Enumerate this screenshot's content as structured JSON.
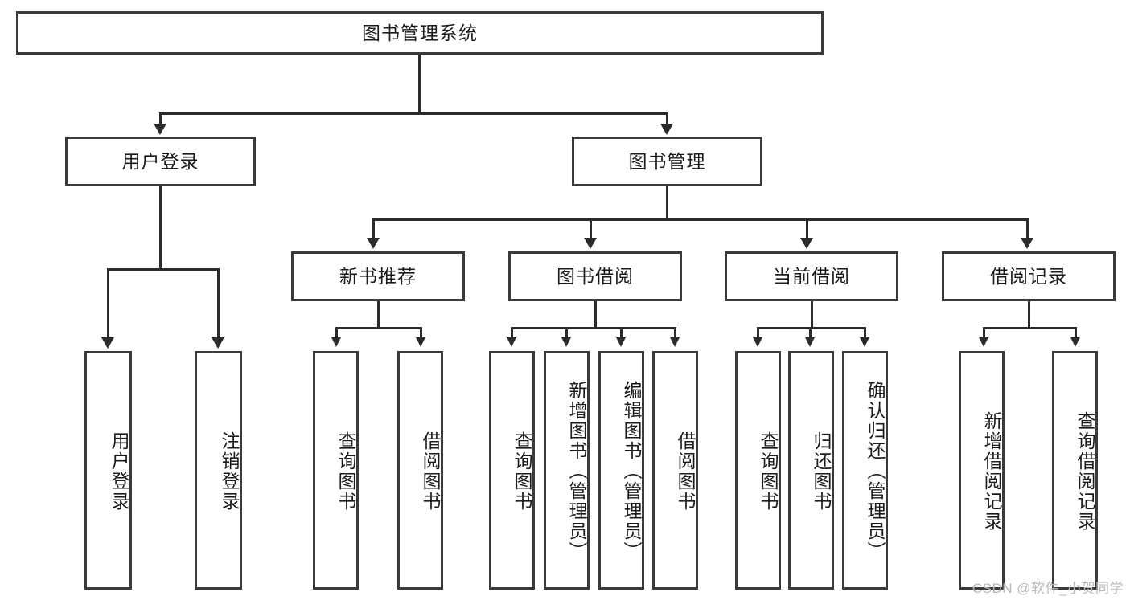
{
  "diagram": {
    "title": "图书管理系统",
    "type": "tree",
    "watermark": "CSDN @软件_小贺同学",
    "colors": {
      "box_border": "#3a3a3a",
      "connector": "#2b2b2b",
      "background": "#ffffff",
      "text": "#1c1c1c",
      "watermark": "#b9b9b9"
    },
    "root": {
      "label": "图书管理系统"
    },
    "level2": [
      {
        "label": "用户登录"
      },
      {
        "label": "图书管理"
      }
    ],
    "level3": [
      {
        "label": "新书推荐"
      },
      {
        "label": "图书借阅"
      },
      {
        "label": "当前借阅"
      },
      {
        "label": "借阅记录"
      }
    ],
    "leaves": {
      "user_login": [
        {
          "label": "用户登录"
        },
        {
          "label": "注销登录"
        }
      ],
      "new_book": [
        {
          "label": "查询图书"
        },
        {
          "label": "借阅图书"
        }
      ],
      "book_borrow": [
        {
          "label": "查询图书"
        },
        {
          "label": "新增图书（管理员）"
        },
        {
          "label": "编辑图书（管理员）"
        },
        {
          "label": "借阅图书"
        }
      ],
      "current_borrow": [
        {
          "label": "查询图书"
        },
        {
          "label": "归还图书"
        },
        {
          "label": "确认归还（管理员）"
        }
      ],
      "borrow_record": [
        {
          "label": "新增借阅记录"
        },
        {
          "label": "查询借阅记录"
        }
      ]
    }
  }
}
